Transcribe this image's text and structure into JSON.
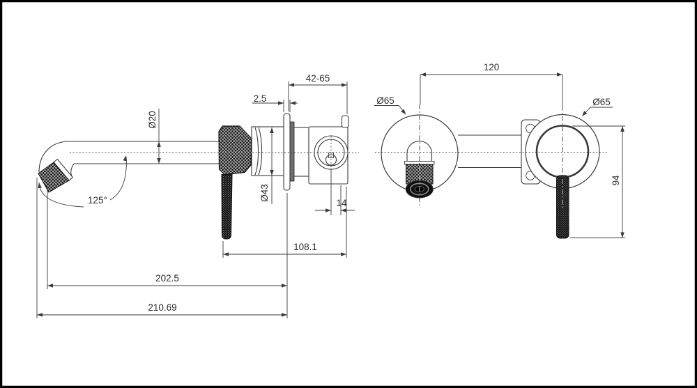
{
  "drawing": {
    "kind": "wall-basin-mixer-technical-drawing",
    "colors": {
      "line": "#3a3a3a",
      "text": "#2e2e2e",
      "dark_fill": "#151515",
      "plate_gray": "#6e6e6e",
      "background": "#ffffff",
      "border": "#000000"
    }
  },
  "side_view": {
    "labels": {
      "spout_od": "Ø20",
      "spout_angle": "125°",
      "plate_thickness": "2.5",
      "rough_in_depth_range": "42-65",
      "body_od": "Ø43",
      "cartridge_offset": "14",
      "handle_to_outlet_length": "108.1",
      "spout_reach": "202.5",
      "overall_reach": "210.69"
    }
  },
  "front_view": {
    "labels": {
      "hole_centres": "120",
      "left_backplate_od": "Ø65",
      "right_backplate_od": "Ø65",
      "handle_drop": "94"
    }
  }
}
